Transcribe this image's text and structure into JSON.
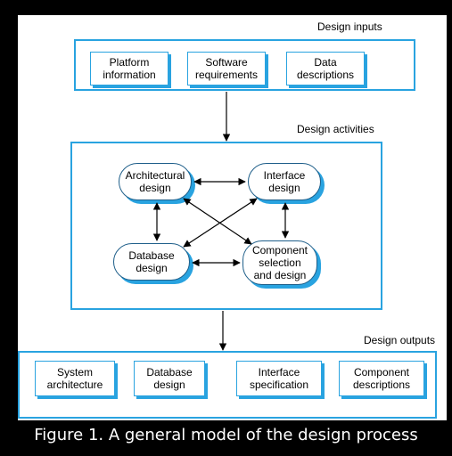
{
  "design_inputs": {
    "title": "Design inputs",
    "items": [
      "Platform\ninformation",
      "Software\nrequirements",
      "Data\ndescriptions"
    ]
  },
  "design_activities": {
    "title": "Design activities",
    "architectural": "Architectural\ndesign",
    "interface": "Interface\ndesign",
    "database": "Database\ndesign",
    "component": "Component\nselection\nand design"
  },
  "design_outputs": {
    "title": "Design outputs",
    "items": [
      "System\narchitecture",
      "Database\ndesign",
      "Interface\nspecification",
      "Component\ndescriptions"
    ]
  },
  "caption": "Figure 1. A general model of the design process",
  "colors": {
    "frame": "#29a3e0",
    "background": "#000000"
  }
}
